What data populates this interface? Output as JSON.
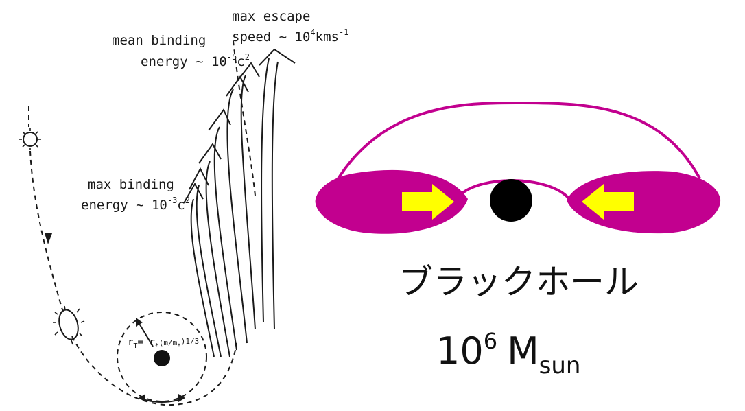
{
  "left_diagram": {
    "label_escape": {
      "line1": "max escape",
      "line2a": "speed ~ 10",
      "line2_exp": "4",
      "line2b": "kms",
      "line2_exp2": "-1"
    },
    "label_mean": {
      "line1": "mean binding",
      "line2a": "energy ~ 10",
      "line2_exp": "-5",
      "line2b": "c",
      "line2_exp2": "2"
    },
    "label_max": {
      "line1": "max binding",
      "line2a": "energy ~ 10",
      "line2_exp": "-3",
      "line2b": "c",
      "line2_exp2": "2"
    },
    "tidal_radius": {
      "lhs": "r",
      "lhs_sub": "T",
      "rhs": "= r",
      "rhs_sub": "*",
      "ratio": "(m/m",
      "ratio_sub": "*",
      "exp": ")1/3"
    }
  },
  "right_diagram": {
    "title_jp": "ブラックホール",
    "mass_base": "10",
    "mass_exp": "6",
    "mass_unit": "M",
    "mass_sub": "sun",
    "colors": {
      "lobe": "#c2008f",
      "arrow": "#ffff00",
      "black_hole": "#000000"
    }
  }
}
